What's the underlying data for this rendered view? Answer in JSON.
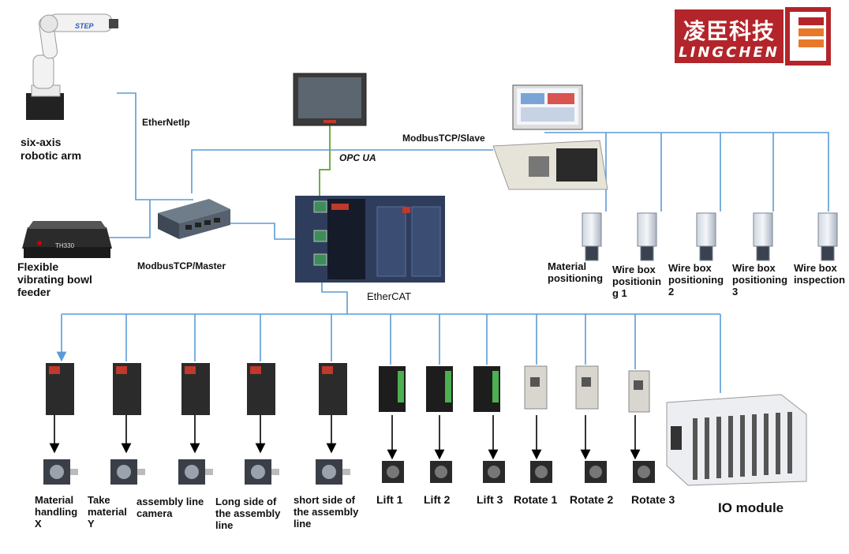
{
  "brand": {
    "cn": "凌臣科技",
    "en": "LINGCHEN"
  },
  "protocols": {
    "ethernetip": "EtherNetIp",
    "modbus_slave": "ModbusTCP/Slave",
    "modbus_master": "ModbusTCP/Master",
    "opcua": "OPC UA",
    "ethercat": "EtherCAT"
  },
  "devices": {
    "robot": "six-axis\nrobotic arm",
    "feeder": "Flexible\nvibrating bowl\nfeeder",
    "feeder_badge": "TH330",
    "robot_badge": "STEP",
    "io_module": "IO module"
  },
  "cameras": [
    "Material\npositioning",
    "Wire box\npositionin\ng 1",
    "Wire box\npositioning\n2",
    "Wire box\npositioning\n3",
    "Wire box\ninspection"
  ],
  "axes": [
    "Material\nhandling\nX",
    "Take\nmaterial\nY",
    "assembly line\ncamera",
    "Long side of\nthe assembly\nline",
    "short side of\nthe assembly\nline",
    "Lift 1",
    "Lift 2",
    "Lift 3",
    "Rotate 1",
    "Rotate 2",
    "Rotate 3"
  ],
  "colors": {
    "link": "#5b9bd5",
    "opc_link": "#70ad47",
    "brand": "#b3252a"
  }
}
